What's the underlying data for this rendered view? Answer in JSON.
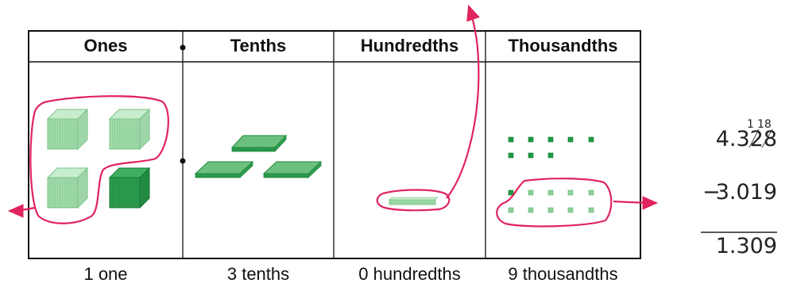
{
  "columns": [
    {
      "header": "Ones",
      "caption": "1 one"
    },
    {
      "header": "Tenths",
      "caption": "3 tenths"
    },
    {
      "header": "Hundredths",
      "caption": "0 hundredths"
    },
    {
      "header": "Thousandths",
      "caption": "9 thousandths"
    }
  ],
  "subtraction": {
    "borrow_1": "1",
    "borrow_18": "18",
    "minuend": "4.328",
    "operator": "−",
    "subtrahend": "3.019",
    "difference": "1.309"
  },
  "colors": {
    "circle": "#e0245e",
    "block_light": "#8fd19a",
    "block_dark": "#1f9a45",
    "block_mid": "#4cb865"
  }
}
